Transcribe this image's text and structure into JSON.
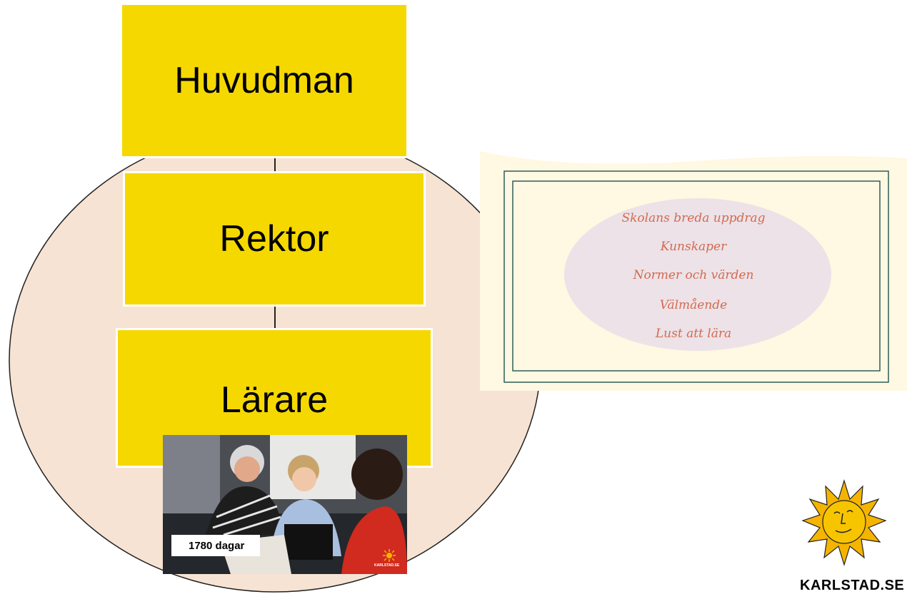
{
  "hierarchy": {
    "boxes": [
      {
        "label": "Huvudman"
      },
      {
        "label": "Rektor"
      },
      {
        "label": "Lärare"
      }
    ]
  },
  "card": {
    "lines": [
      "Skolans breda uppdrag",
      "Kunskaper",
      "Normer och värden",
      "Välmående",
      "Lust att lära"
    ]
  },
  "photo": {
    "caption": "1780 dagar",
    "watermark": "KARLSTAD.SE"
  },
  "logo": {
    "text": "KARLSTAD.SE"
  },
  "colors": {
    "box_fill": "#f5d800",
    "circle_fill": "#f7e3d3",
    "card_bg": "#fff8e2",
    "ellipse_fill": "#ece2e8",
    "card_text": "#d46a4e",
    "card_border": "#2f5d57",
    "sun": "#f5b400"
  }
}
